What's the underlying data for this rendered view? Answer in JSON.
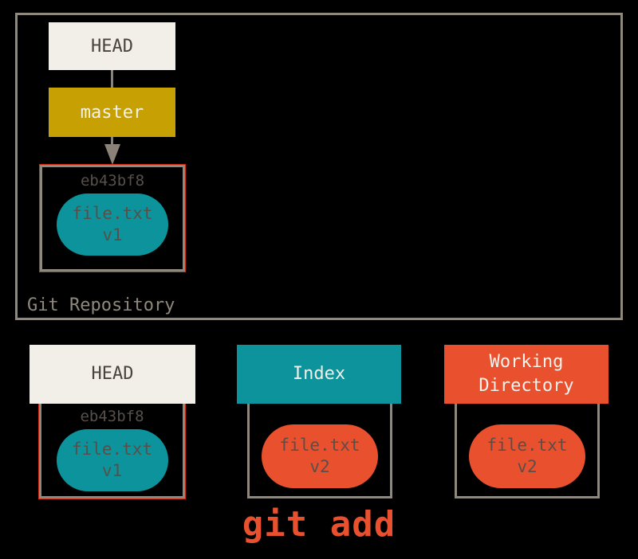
{
  "diagram": {
    "type": "git-state-diagram",
    "command": "git add"
  },
  "colors": {
    "background": "#000000",
    "box_border_gray": "#8F897D",
    "commit_outline_red": "#D42A12",
    "head_box_fill": "#F1EFE7",
    "branch_box_fill": "#C7A104",
    "index_fill": "#0D939C",
    "working_directory_fill": "#E8502E",
    "command_text": "#E8502E",
    "dark_text": "#4A443C",
    "blob_text": "#57504A",
    "light_text": "#F3F1E9"
  },
  "repository": {
    "label": "Git Repository",
    "head_label": "HEAD",
    "branch_label": "master",
    "commit": {
      "hash": "eb43bf8",
      "file_name": "file.txt",
      "file_version": "v1"
    }
  },
  "areas": {
    "head": {
      "header": "HEAD",
      "hash": "eb43bf8",
      "file_name": "file.txt",
      "file_version": "v1"
    },
    "index": {
      "header": "Index",
      "file_name": "file.txt",
      "file_version": "v2"
    },
    "working_directory": {
      "header": "Working Directory",
      "file_name": "file.txt",
      "file_version": "v2"
    }
  },
  "command": {
    "text": "git add"
  }
}
